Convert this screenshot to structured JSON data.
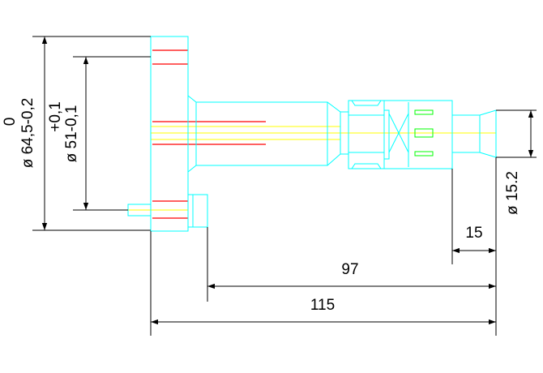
{
  "drawing": {
    "colors": {
      "outline": "#00ffff",
      "centerline": "#ffff00",
      "hidden": "#ff0000",
      "dimension": "#000000",
      "marker": "#00ff00"
    },
    "dimensions": {
      "flange_diameter": "ø 64,5-0,2",
      "flange_tolerance_upper": "0",
      "bore_diameter": "ø 51-0,1",
      "bore_tolerance_upper": "+0,1",
      "end_diameter": "ø 15.2",
      "length_end": "15",
      "length_97": "97",
      "length_total": "115"
    }
  }
}
